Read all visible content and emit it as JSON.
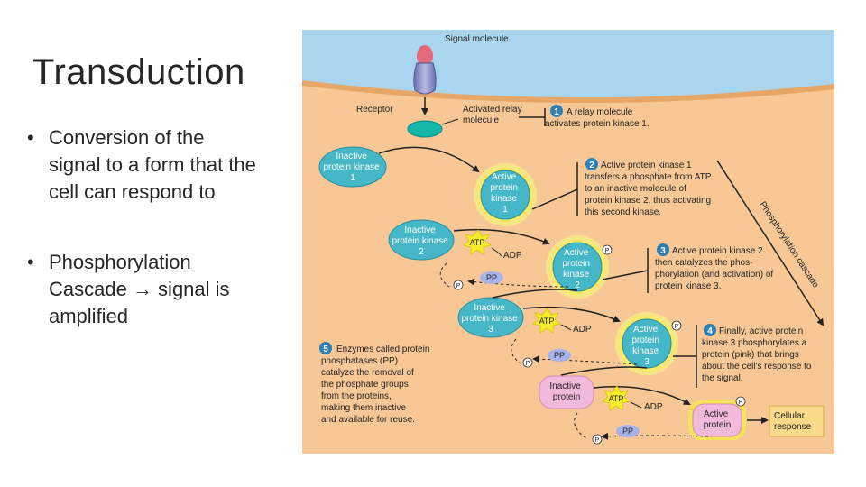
{
  "slide": {
    "title": "Transduction",
    "bullets": [
      {
        "dot": "•",
        "text": "Conversion of the signal to a form that the cell can respond to"
      },
      {
        "dot": "•",
        "text": "Phosphorylation Cascade → signal is amplified"
      }
    ]
  },
  "diagram": {
    "signal_molecule": "Signal molecule",
    "receptor": "Receptor",
    "activated_relay": [
      "Activated relay",
      "molecule"
    ],
    "inactive_pk1": [
      "Inactive",
      "protein kinase",
      "1"
    ],
    "active_pk1": [
      "Active",
      "protein",
      "kinase",
      "1"
    ],
    "inactive_pk2": [
      "Inactive",
      "protein kinase",
      "2"
    ],
    "active_pk2": [
      "Active",
      "protein",
      "kinase",
      "2"
    ],
    "inactive_pk3": [
      "Inactive",
      "protein kinase",
      "3"
    ],
    "active_pk3": [
      "Active",
      "protein",
      "kinase",
      "3"
    ],
    "inactive_protein": [
      "Inactive",
      "protein"
    ],
    "active_protein": [
      "Active",
      "protein"
    ],
    "cellular_response": [
      "Cellular",
      "response"
    ],
    "atp": "ATP",
    "adp": "ADP",
    "pp": "PP",
    "p": "P",
    "cascade_label": "Phosphorylation cascade",
    "steps": {
      "s1": {
        "num": "1",
        "lines": [
          "A relay molecule",
          "activates protein kinase 1."
        ]
      },
      "s2": {
        "num": "2",
        "lines": [
          "Active protein kinase 1",
          "transfers a phosphate from ATP",
          "to an inactive molecule of",
          "protein kinase 2, thus activating",
          "this second kinase."
        ]
      },
      "s3": {
        "num": "3",
        "lines": [
          "Active protein kinase 2",
          "then catalyzes the phos-",
          "phorylation (and activation) of",
          "protein kinase 3."
        ]
      },
      "s4": {
        "num": "4",
        "lines": [
          "Finally, active protein",
          "kinase 3 phosphorylates a",
          "protein (pink) that brings",
          "about the cell's response to",
          "the signal."
        ]
      },
      "s5": {
        "num": "5",
        "lines": [
          "Enzymes called protein",
          "phosphatases (PP)",
          "catalyze the removal of",
          "the phosphate groups",
          "from the proteins,",
          "making them inactive",
          "and available for reuse."
        ]
      }
    },
    "colors": {
      "extracellular": "#a9d6ee",
      "cytoplasm": "#f7c896",
      "kinase": "#46b7c6",
      "active_glow": "#f4ef3c",
      "pink": "#f1b9da",
      "atp": "#f5ec2e",
      "pp": "#a6b2ea",
      "response": "#f9d98a"
    }
  }
}
